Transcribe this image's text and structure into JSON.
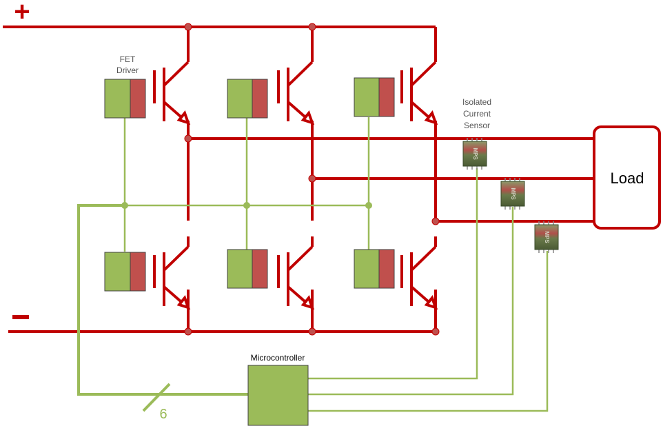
{
  "rails": {
    "positive": "+",
    "negative": "−"
  },
  "labels": {
    "fet_driver_line1": "FET",
    "fet_driver_line2": "Driver",
    "sensor_line1": "Isolated",
    "sensor_line2": "Current",
    "sensor_line3": "Sensor",
    "load": "Load",
    "microcontroller": "Microcontroller",
    "bus_width": "6",
    "sensor_chip_mark": "MPS"
  },
  "colors": {
    "power": "#c00000",
    "signal": "#9bbb59",
    "driver_green": "#9bbb59",
    "driver_red": "#c0504d",
    "mcu_fill": "#9bbb59"
  }
}
